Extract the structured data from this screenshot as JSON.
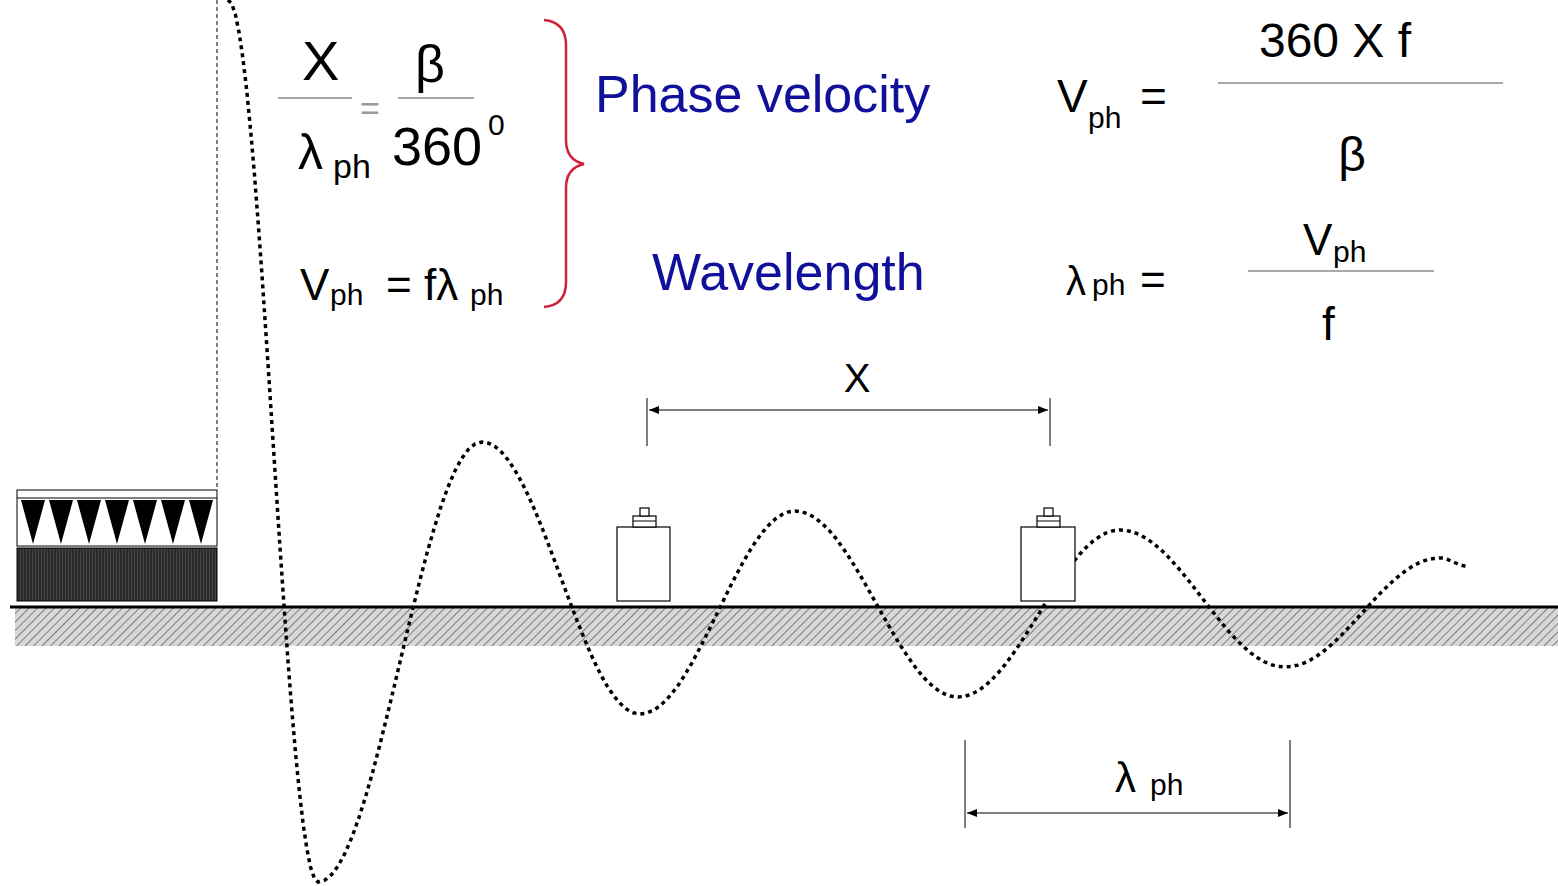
{
  "diagram": {
    "labels": [
      "X",
      "λ",
      "ph",
      "=",
      "β",
      "360",
      "0",
      "V",
      "ph",
      "= fλ",
      "ph",
      "Phase velocity",
      "Wavelength",
      "V",
      "ph",
      "=",
      "360 X f",
      "β",
      "λ",
      "ph",
      "=",
      "V",
      "ph",
      "f",
      "X",
      "λ",
      "ph"
    ]
  }
}
